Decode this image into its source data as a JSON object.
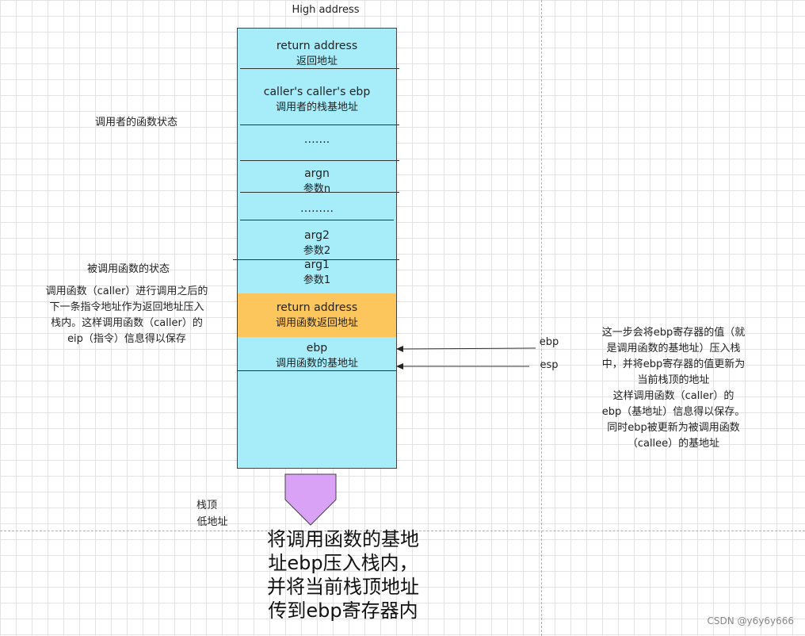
{
  "top_label": "High address",
  "stack": {
    "cells": [
      {
        "en": "return address",
        "zh": "返回地址"
      },
      {
        "en": "caller's caller's ebp",
        "zh": "调用者的栈基地址"
      },
      {
        "en": "……."
      },
      {
        "en": "argn",
        "zh": "参数n"
      },
      {
        "en": "………"
      },
      {
        "en": "arg2",
        "zh": "参数2"
      },
      {
        "en": "arg1",
        "zh": "参数1"
      },
      {
        "en": "return address",
        "zh": "调用函数返回地址"
      },
      {
        "en": "ebp",
        "zh": "调用函数的基地址"
      }
    ],
    "highlight_color": "#fdc65c",
    "fill_color": "#a6ecf9",
    "bottom_arrow_color": "#d9a2f6"
  },
  "left": {
    "caller_state": "调用者的函数状态",
    "callee_state": "被调用函数的状态",
    "note_lines": [
      "调用函数（caller）进行调用之后的",
      "下一条指令地址作为返回地址压入",
      "栈内。这样调用函数（caller）的",
      "eip（指令）信息得以保存"
    ],
    "stack_top": "栈顶",
    "low_address": "低地址"
  },
  "pointers": {
    "ebp": "ebp",
    "esp": "esp"
  },
  "right_note_lines": [
    "这一步会将ebp寄存器的值（就",
    "是调用函数的基地址）压入栈",
    "中，并将ebp寄存器的值更新为",
    "当前栈顶的地址",
    "这样调用函数（caller）的",
    "ebp（基地址）信息得以保存。",
    "同时ebp被更新为被调用函数",
    "（callee）的基地址"
  ],
  "caption_lines": [
    "将调用函数的基地",
    "址ebp压入栈内，",
    "并将当前栈顶地址",
    "传到ebp寄存器内"
  ],
  "watermark": "CSDN @y6y6y666"
}
